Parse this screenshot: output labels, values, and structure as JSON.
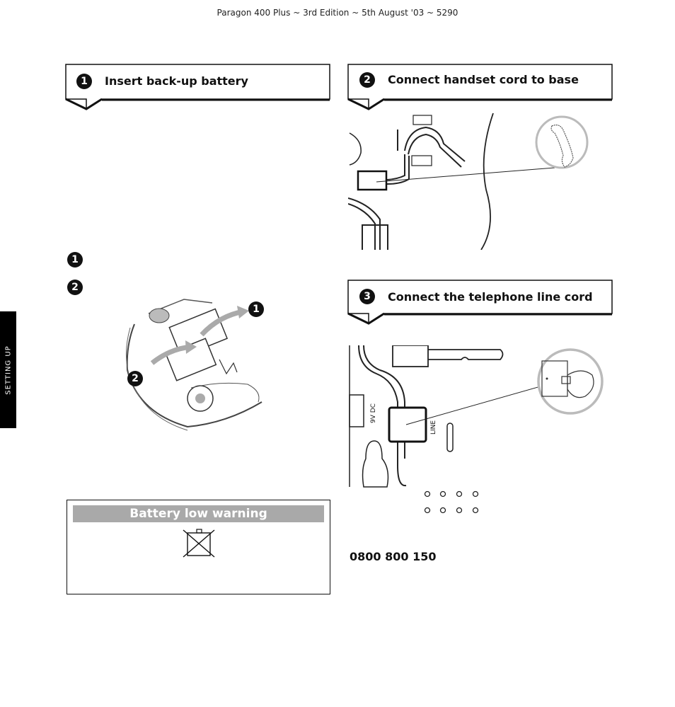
{
  "header": {
    "text": "Paragon 400 Plus ~ 3rd Edition ~ 5th August '03 ~ 5290"
  },
  "side_tab": {
    "label": "SETTING UP"
  },
  "steps": [
    {
      "number": "1",
      "title": "Insert back-up battery"
    },
    {
      "number": "2",
      "title": "Connect handset cord to base"
    },
    {
      "number": "3",
      "title": "Connect the telephone line cord"
    }
  ],
  "battery_callouts": [
    "1",
    "2"
  ],
  "battery_diagram_callouts": [
    "1",
    "2"
  ],
  "warning": {
    "title": "Battery low warning"
  },
  "line_diagram": {
    "dc_label": "9V DC",
    "line_label": "LINE"
  },
  "helpline": {
    "number": "0800 800 150"
  }
}
